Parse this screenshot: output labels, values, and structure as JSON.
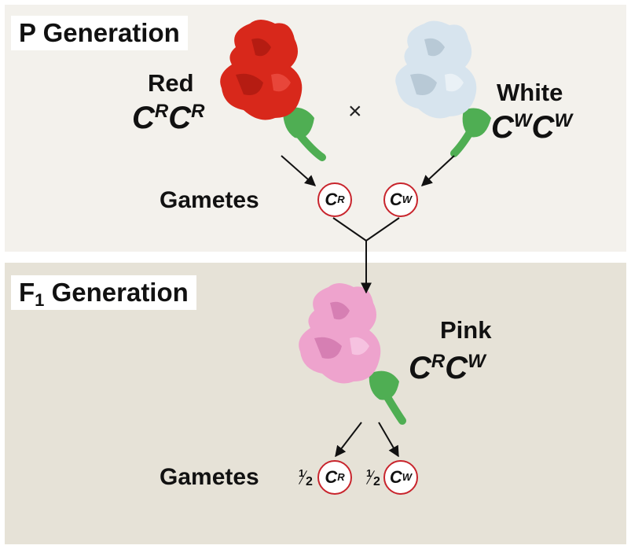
{
  "p_generation": {
    "title": "P Generation",
    "parent_left": {
      "name": "Red",
      "genotype_base": [
        "C",
        "C"
      ],
      "genotype_sup": [
        "R",
        "R"
      ],
      "color": "#d8281b"
    },
    "parent_right": {
      "name": "White",
      "genotype_base": [
        "C",
        "C"
      ],
      "genotype_sup": [
        "W",
        "W"
      ],
      "color": "#d7e4ee"
    },
    "cross_symbol": "×",
    "gametes_label": "Gametes",
    "gametes": [
      {
        "base": "C",
        "sup": "R"
      },
      {
        "base": "C",
        "sup": "W"
      }
    ]
  },
  "f1_generation": {
    "title_main": "F",
    "title_sub": "1",
    "title_rest": "Generation",
    "offspring": {
      "name": "Pink",
      "genotype_base": [
        "C",
        "C"
      ],
      "genotype_sup": [
        "R",
        "W"
      ],
      "color": "#eea3cd"
    },
    "gametes_label": "Gametes",
    "gametes": [
      {
        "frac_num": "1",
        "frac_den": "2",
        "base": "C",
        "sup": "R"
      },
      {
        "frac_num": "1",
        "frac_den": "2",
        "base": "C",
        "sup": "W"
      }
    ]
  },
  "colors": {
    "panel_p": "#f3f1ec",
    "panel_f1": "#e6e2d7",
    "gamete_ring": "#c8242c",
    "stem": "#4fae53"
  }
}
